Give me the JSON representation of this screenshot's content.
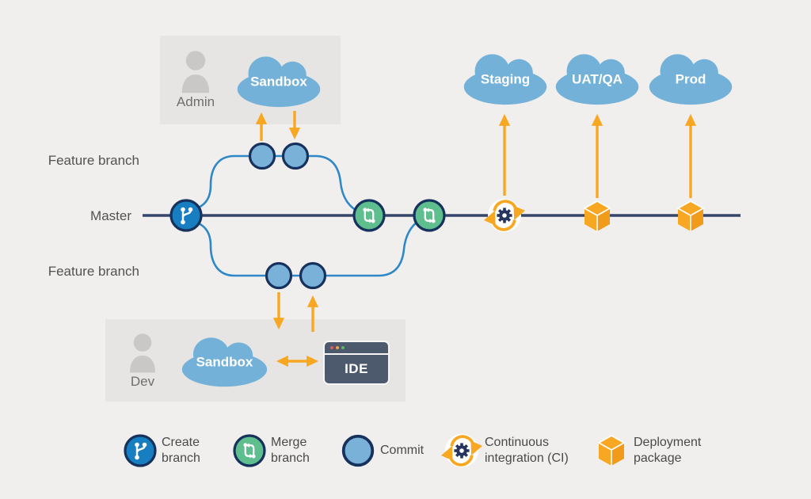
{
  "diagram": {
    "branch_labels": {
      "feature_top": "Feature branch",
      "master": "Master",
      "feature_bottom": "Feature branch"
    },
    "admin_panel": {
      "actor": "Admin",
      "cloud": "Sandbox"
    },
    "dev_panel": {
      "actor": "Dev",
      "cloud": "Sandbox",
      "ide": "IDE"
    },
    "environments": [
      {
        "label": "Staging"
      },
      {
        "label": "UAT/QA"
      },
      {
        "label": "Prod"
      }
    ]
  },
  "legend": {
    "items": [
      {
        "icon": "create-branch-icon",
        "label": "Create branch"
      },
      {
        "icon": "merge-branch-icon",
        "label": "Merge branch"
      },
      {
        "icon": "commit-icon",
        "label": "Commit"
      },
      {
        "icon": "continuous-integration-icon",
        "label": "Continuous integration (CI)"
      },
      {
        "icon": "deployment-package-icon",
        "label": "Deployment package"
      }
    ]
  },
  "colors": {
    "background": "#f0efed",
    "panel": "#e6e5e3",
    "cloud_blue": "#74b1d8",
    "commit_blue": "#79b1d8",
    "create_blue": "#177fc1",
    "merge_green": "#5fbe8d",
    "navy": "#16325c",
    "master_line": "#36466b",
    "branch_line": "#2e87c7",
    "orange": "#f8a722",
    "ide_slate": "#4d5a6e",
    "text_gray": "#525252"
  }
}
